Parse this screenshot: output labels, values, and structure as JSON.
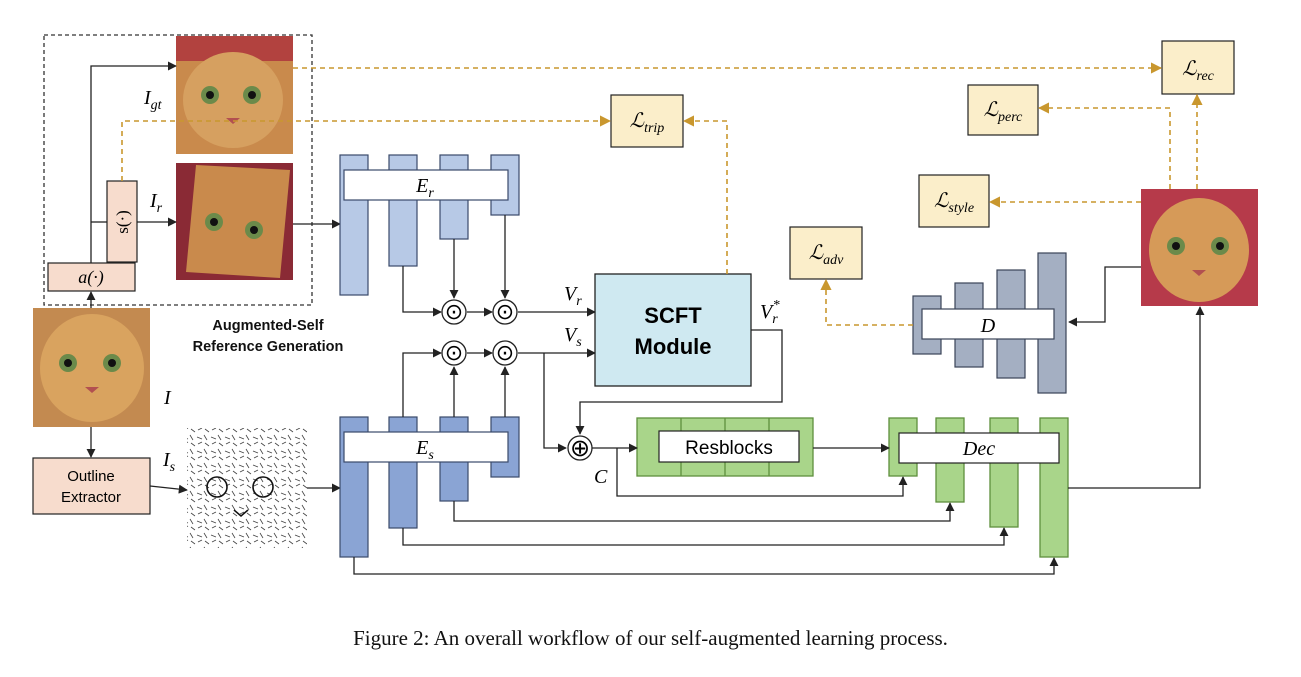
{
  "caption": "Figure 2: An overall workflow of our self-augmented learning process.",
  "group_label": {
    "line1": "Augmented-Self",
    "line2": "Reference Generation"
  },
  "images": {
    "I_gt": {
      "sym": "I",
      "sub": "gt"
    },
    "I_r": {
      "sym": "I",
      "sub": "r"
    },
    "I": {
      "sym": "I"
    },
    "I_s": {
      "sym": "I",
      "sub": "s"
    }
  },
  "ops": {
    "augment": "a(·)",
    "spatial": "s(·)",
    "outline_line1": "Outline",
    "outline_line2": "Extractor"
  },
  "encoders": {
    "reference": {
      "sym": "E",
      "sub": "r"
    },
    "sketch": {
      "sym": "E",
      "sub": "s"
    }
  },
  "features": {
    "Vr": {
      "sym": "V",
      "sub": "r"
    },
    "Vs": {
      "sym": "V",
      "sub": "s"
    },
    "Vr_star": {
      "sym": "V",
      "sub": "r",
      "sup": "*"
    },
    "C": "C"
  },
  "operators": {
    "hadamard": "⊙",
    "sum": "⊕"
  },
  "scft": {
    "line1": "SCFT",
    "line2": "Module"
  },
  "resblocks": "Resblocks",
  "decoder": "Dec",
  "discriminator": "D",
  "losses": {
    "rec": {
      "sym": "ℒ",
      "sub": "rec"
    },
    "perc": {
      "sym": "ℒ",
      "sub": "perc"
    },
    "trip": {
      "sym": "ℒ",
      "sub": "trip"
    },
    "style": {
      "sym": "ℒ",
      "sub": "style"
    },
    "adv": {
      "sym": "ℒ",
      "sub": "adv"
    }
  },
  "colors": {
    "loss_fill": "#fbeeca",
    "loss_arrow": "#c9972e",
    "encoder_r": "#b7c9e6",
    "encoder_s": "#8aa4d4",
    "scft_fill": "#cfe9f1",
    "green": "#a9d58a",
    "green_stroke": "#5f8f3d",
    "disc": "#a4afc2",
    "op_fill": "#f7dccd"
  }
}
